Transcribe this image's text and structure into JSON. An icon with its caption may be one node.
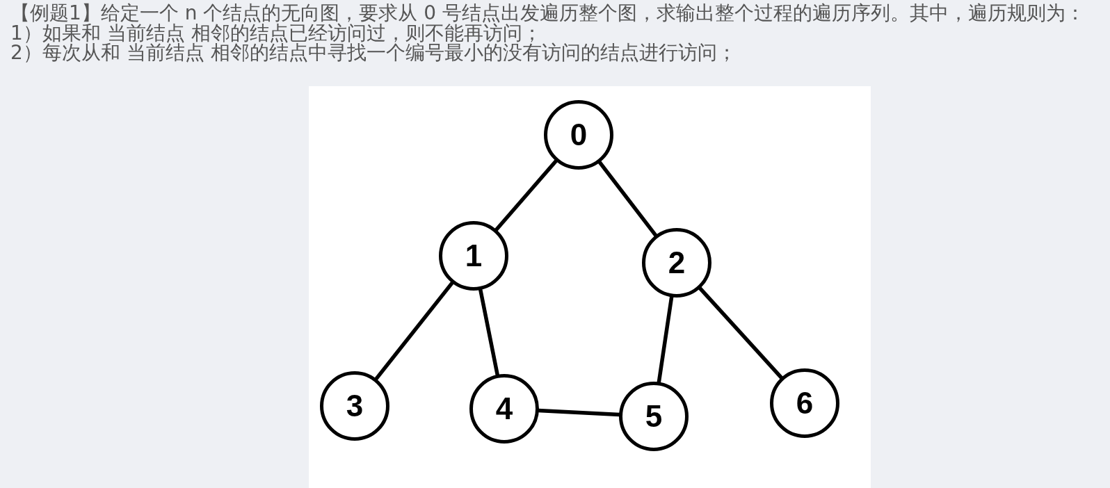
{
  "diagram": {
    "nodes": [
      {
        "text": [
          "0"
        ]
      },
      {
        "text": [
          "1"
        ]
      },
      {
        "text": [
          "2"
        ]
      },
      {
        "text": [
          "3"
        ]
      },
      {
        "text": [
          "4"
        ]
      },
      {
        "text": [
          "5"
        ]
      },
      {
        "text": [
          "6"
        ]
      }
    ],
    "edges": [
      {
        "from": 0,
        "to": 1,
        "arrow": "none"
      },
      {
        "from": 0,
        "to": 2,
        "arrow": "none"
      },
      {
        "from": 1,
        "to": 3,
        "arrow": "none"
      },
      {
        "from": 1,
        "to": 4,
        "arrow": "none"
      },
      {
        "from": 2,
        "to": 5,
        "arrow": "none"
      },
      {
        "from": 2,
        "to": 6,
        "arrow": "none"
      },
      {
        "from": 4,
        "to": 5,
        "arrow": "none"
      }
    ],
    "labels": [
      "【例题1】给定一个 n 个结点的无向图，要求从 0 号结点出发遍历整个图，求输出整个过程的遍历序列。其中，遍历规则为：",
      "1）如果和 当前结点 相邻的结点已经访问过，则不能再访问；",
      "2）每次从和 当前结点 相邻的结点中寻找一个编号最小的没有访问的结点进行访问；"
    ]
  }
}
